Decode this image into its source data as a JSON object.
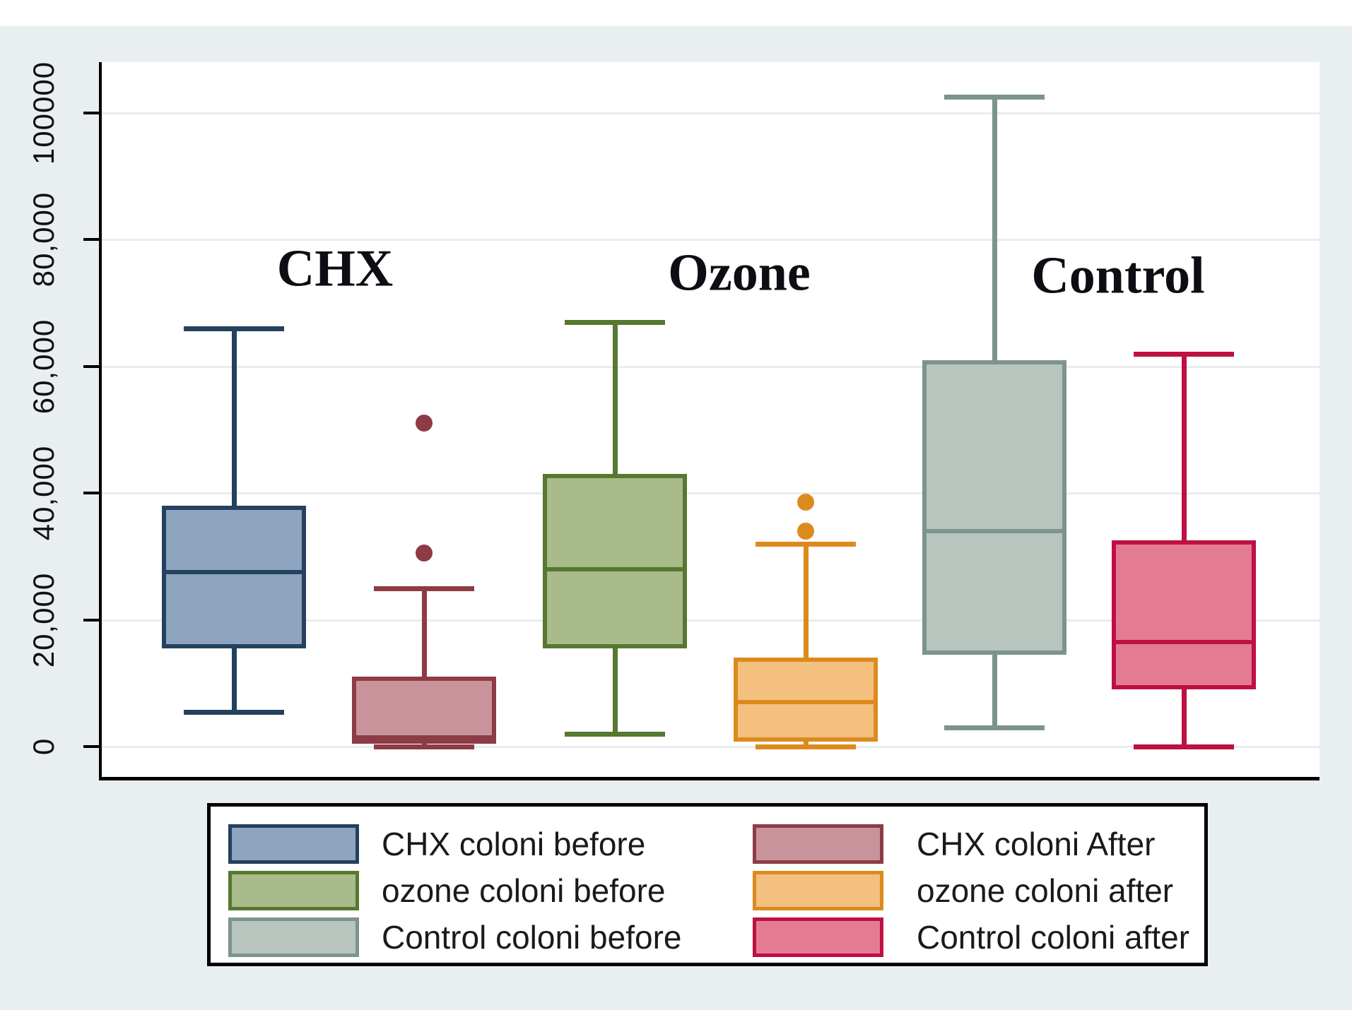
{
  "chart_data": {
    "type": "boxplot",
    "title": "",
    "ylabel": "",
    "xlabel": "",
    "y_axis": {
      "ticks": [
        0,
        20000,
        40000,
        60000,
        80000,
        100000
      ],
      "tick_labels": [
        "0",
        "20,000",
        "40,000",
        "60,000",
        "80,000",
        "100000"
      ],
      "range": [
        0,
        107000
      ],
      "grid": true
    },
    "group_labels": [
      {
        "text": "CHX"
      },
      {
        "text": "Ozone"
      },
      {
        "text": "Control"
      }
    ],
    "series": [
      {
        "name": "CHX coloni before",
        "fill": "#8ea4bf",
        "border": "#24415e",
        "whisker_low": 5500,
        "q1": 15500,
        "median": 27500,
        "q3": 38000,
        "whisker_high": 66000,
        "outliers": []
      },
      {
        "name": "CHX coloni After",
        "fill": "#c9939c",
        "border": "#8d3b44",
        "whisker_low": 0,
        "q1": 500,
        "median": 1500,
        "q3": 11000,
        "whisker_high": 25000,
        "outliers": [
          30500,
          51000
        ]
      },
      {
        "name": "ozone coloni before",
        "fill": "#a9bb8b",
        "border": "#567830",
        "whisker_low": 2000,
        "q1": 15500,
        "median": 28000,
        "q3": 43000,
        "whisker_high": 67000,
        "outliers": []
      },
      {
        "name": "ozone coloni after",
        "fill": "#f3c07f",
        "border": "#dd8a1d",
        "whisker_low": 0,
        "q1": 800,
        "median": 7000,
        "q3": 14000,
        "whisker_high": 32000,
        "outliers": [
          34000,
          38500
        ]
      },
      {
        "name": "Control coloni before",
        "fill": "#b7c5be",
        "border": "#7d948c",
        "whisker_low": 3000,
        "q1": 14500,
        "median": 34000,
        "q3": 61000,
        "whisker_high": 102500,
        "outliers": []
      },
      {
        "name": "Control coloni after",
        "fill": "#e37b95",
        "border": "#be1041",
        "whisker_low": 0,
        "q1": 9000,
        "median": 16500,
        "q3": 32500,
        "whisker_high": 62000,
        "outliers": []
      }
    ],
    "legend_position": "bottom"
  },
  "legend": {
    "items": [
      {
        "label": "CHX coloni before",
        "series": 0,
        "col": 0,
        "row": 0
      },
      {
        "label": "CHX coloni After",
        "series": 1,
        "col": 1,
        "row": 0
      },
      {
        "label": "ozone coloni before",
        "series": 2,
        "col": 0,
        "row": 1
      },
      {
        "label": "ozone coloni after",
        "series": 3,
        "col": 1,
        "row": 1
      },
      {
        "label": "Control coloni before",
        "series": 4,
        "col": 0,
        "row": 2
      },
      {
        "label": "Control coloni after",
        "series": 5,
        "col": 1,
        "row": 2
      }
    ]
  }
}
